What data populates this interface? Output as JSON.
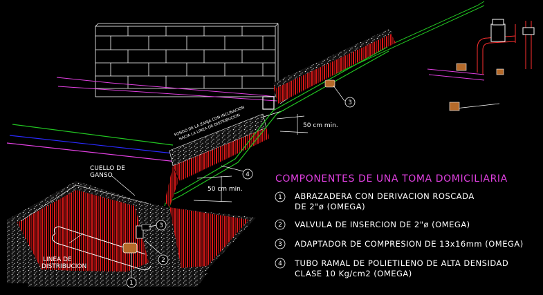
{
  "legend": {
    "title": "COMPONENTES DE UNA TOMA DOMICILIARIA",
    "items": [
      {
        "number": "1",
        "line1": "ABRAZADERA CON DERIVACION ROSCADA",
        "line2": "DE 2\"ø (OMEGA)"
      },
      {
        "number": "2",
        "line1": "VALVULA DE INSERCION DE 2\"ø (OMEGA)",
        "line2": ""
      },
      {
        "number": "3",
        "line1": "ADAPTADOR DE COMPRESION DE 13x16mm (OMEGA)",
        "line2": ""
      },
      {
        "number": "4",
        "line1": "TUBO RAMAL DE POLIETILENO DE ALTA DENSIDAD",
        "line2": "CLASE 10 Kg/cm2 (OMEGA)"
      }
    ]
  },
  "labels": {
    "cuello_line1": "CUELLO DE",
    "cuello_line2": "GANSO",
    "linea_line1": "LINEA DE",
    "linea_line2": "DISTRIBUCION",
    "dim_upper": "50 cm min.",
    "dim_lower": "50 cm min.",
    "angled_line1": "FONDO DE LA ZANJA CON INCLINACION",
    "angled_line2": "HACIA LA LINEA DE DISTRIBUCION"
  },
  "callouts": [
    "1",
    "2",
    "3",
    "3",
    "4"
  ],
  "colors": {
    "background": "#000000",
    "trench_red": "#d81818",
    "pipe_green": "#22c422",
    "magenta": "#e040e0",
    "blue": "#2a2aff",
    "wall": "#ffffff",
    "title": "#e040e0"
  }
}
